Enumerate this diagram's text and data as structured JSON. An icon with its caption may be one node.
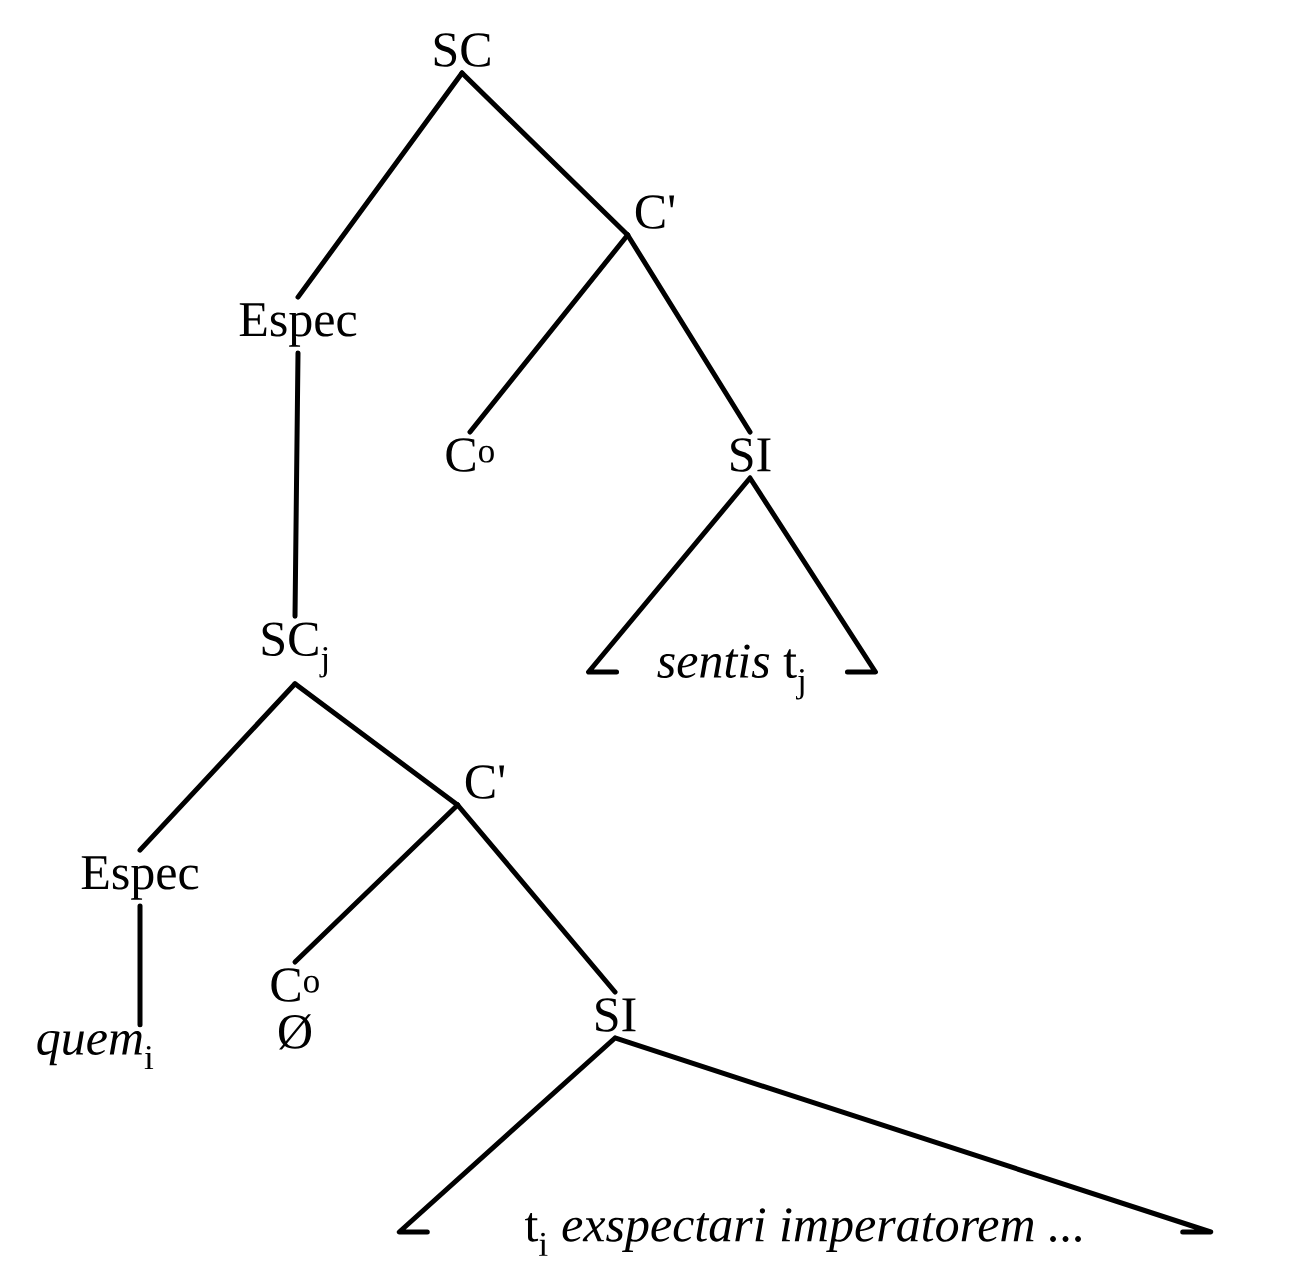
{
  "diagram": {
    "nodes": [
      {
        "text": [
          "SC"
        ]
      },
      {
        "text": [
          "Espec"
        ]
      },
      {
        "text": [
          "C'"
        ]
      },
      {
        "text": [
          "C$^{o}$"
        ]
      },
      {
        "text": [
          "SI"
        ]
      },
      {
        "text": [
          "*sentis* t$_{j}$"
        ]
      },
      {
        "text": [
          "SC$_{j}$"
        ]
      },
      {
        "text": [
          "Espec"
        ]
      },
      {
        "text": [
          "C'"
        ]
      },
      {
        "text": [
          "*quem*$_{i}$"
        ]
      },
      {
        "text": [
          "C$^{o}$"
        ],
        "beside": [
          "Ø"
        ]
      },
      {
        "text": [
          "SI"
        ]
      },
      {
        "text": [
          "t$_{i}$ *exspectari imperatorem ...*"
        ]
      }
    ],
    "edges": [
      {
        "from": 0,
        "to": 1,
        "arrow": "none"
      },
      {
        "from": 0,
        "to": 2,
        "arrow": "none"
      },
      {
        "from": 2,
        "to": 3,
        "arrow": "none"
      },
      {
        "from": 2,
        "to": 4,
        "arrow": "none"
      },
      {
        "from": 1,
        "to": 6,
        "arrow": "none"
      },
      {
        "from": 4,
        "to": 5,
        "arrow": "none"
      },
      {
        "from": 6,
        "to": 7,
        "arrow": "none"
      },
      {
        "from": 6,
        "to": 8,
        "arrow": "none"
      },
      {
        "from": 8,
        "to": 10,
        "arrow": "none"
      },
      {
        "from": 8,
        "to": 11,
        "arrow": "none"
      },
      {
        "from": 7,
        "to": 9,
        "arrow": "none"
      },
      {
        "from": 11,
        "to": 12,
        "arrow": "none"
      }
    ]
  }
}
